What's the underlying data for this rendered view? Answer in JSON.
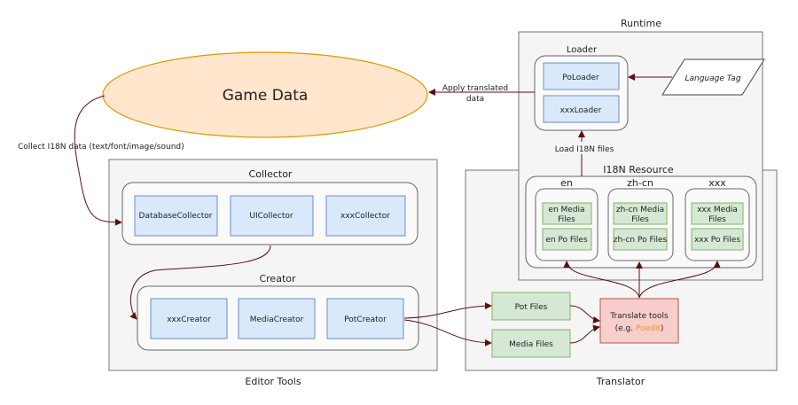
{
  "diagram": {
    "game_data": "Game Data",
    "collect_label": "Collect I18N  data (text/font/image/sound)",
    "apply_label_1": "Apply translated",
    "apply_label_2": "data",
    "load_label": "Load I18N files",
    "editor_tools": {
      "title": "Editor Tools",
      "collector": {
        "title": "Collector",
        "items": [
          "DatabaseCollector",
          "UICollector",
          "xxxCollector"
        ]
      },
      "creator": {
        "title": "Creator",
        "items": [
          "xxxCreator",
          "MediaCreator",
          "PotCreator"
        ]
      }
    },
    "runtime": {
      "title": "Runtime",
      "loader": {
        "title": "Loader",
        "items": [
          "PoLoader",
          "xxxLoader"
        ]
      },
      "language_tag": "Language Tag"
    },
    "i18n_resource": {
      "title": "I18N Resource",
      "locales": [
        {
          "name": "en",
          "media_1": "en Media",
          "media_2": "Files",
          "po": "en Po Files"
        },
        {
          "name": "zh-cn",
          "media_1": "zh-cn Media",
          "media_2": "Files",
          "po": "zh-cn Po Files"
        },
        {
          "name": "xxx",
          "media_1": "xxx Media",
          "media_2": "Files",
          "po": "xxx Po Files"
        }
      ]
    },
    "translator": {
      "title": "Translator",
      "pot_files": "Pot Files",
      "media_files": "Media Files",
      "translate_1": "Translate tools",
      "translate_2_prefix": "(e.g. ",
      "translate_2_highlight": "Poedit",
      "translate_2_suffix": ")"
    },
    "colors": {
      "blue_box": "#dae8fc",
      "green_box": "#d5e8d4",
      "red_box": "#f8cecc",
      "game_data": "#ffe6cc",
      "panel": "#f5f5f5",
      "arrow": "#5a1010",
      "highlight": "#e8962e"
    }
  }
}
